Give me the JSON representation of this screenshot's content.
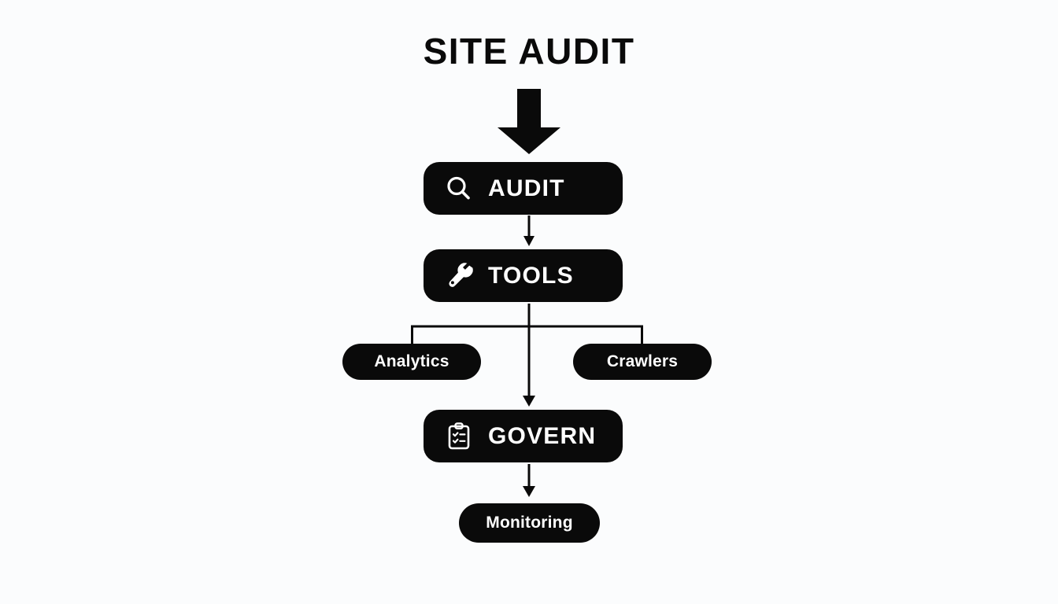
{
  "diagram": {
    "title": "SITE AUDIT",
    "background_color": "#fbfcfd",
    "node_color": "#0a0a0a",
    "label_color": "#ffffff",
    "nodes": [
      {
        "id": "audit",
        "label": "AUDIT",
        "icon": "magnifier-icon",
        "level": "major"
      },
      {
        "id": "tools",
        "label": "TOOLS",
        "icon": "wrench-icon",
        "level": "major"
      },
      {
        "id": "analytics",
        "label": "Analytics",
        "icon": null,
        "level": "minor"
      },
      {
        "id": "crawlers",
        "label": "Crawlers",
        "icon": null,
        "level": "minor"
      },
      {
        "id": "govern",
        "label": "GOVERN",
        "icon": "clipboard-checklist-icon",
        "level": "major"
      },
      {
        "id": "monitoring",
        "label": "Monitoring",
        "icon": null,
        "level": "minor"
      }
    ],
    "connectors": [
      {
        "from": "title",
        "to": "audit",
        "style": "thick-arrow"
      },
      {
        "from": "audit",
        "to": "tools",
        "style": "thin-arrow"
      },
      {
        "from": "tools",
        "to": "analytics",
        "style": "elbow-line"
      },
      {
        "from": "tools",
        "to": "crawlers",
        "style": "elbow-line"
      },
      {
        "from": "tools",
        "to": "govern",
        "style": "thin-arrow"
      },
      {
        "from": "govern",
        "to": "monitoring",
        "style": "thin-arrow"
      }
    ]
  }
}
